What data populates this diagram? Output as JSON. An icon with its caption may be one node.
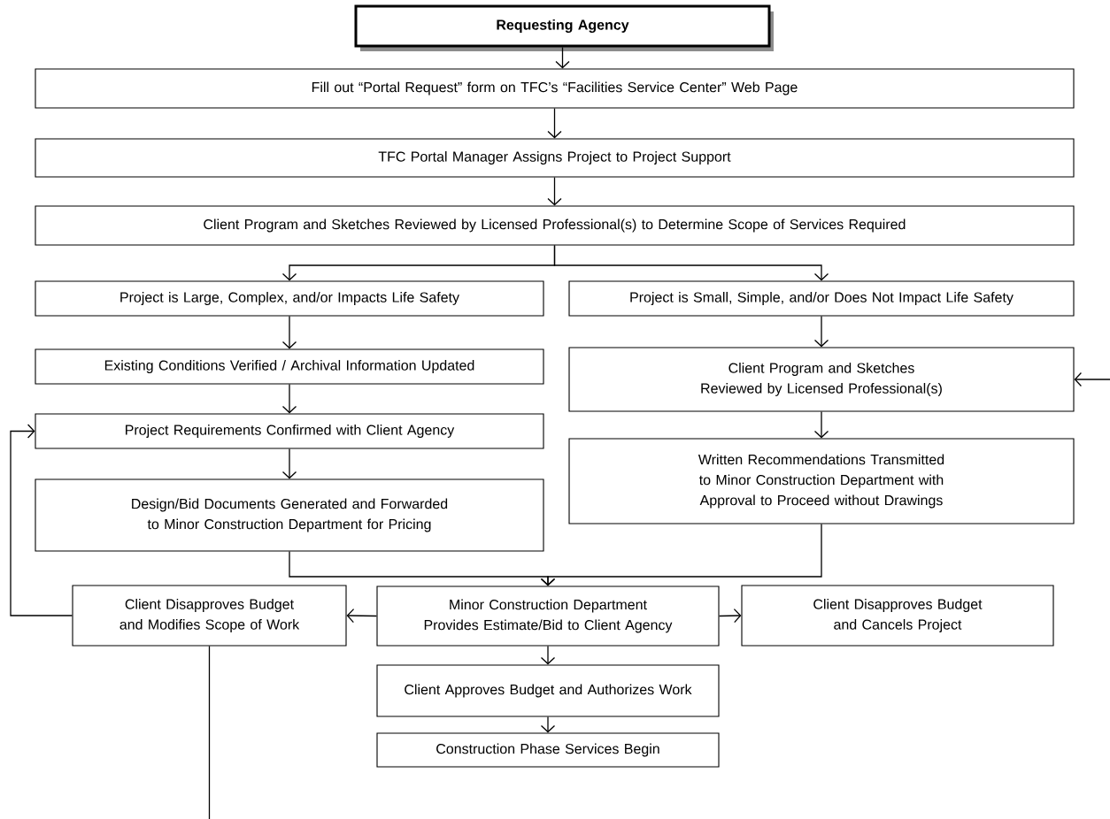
{
  "diagram": {
    "nodes": [
      {
        "text": [
          "Requesting Agency"
        ]
      },
      {
        "text": [
          "Fill out “Portal Request” form on TFC’s “Facilities Service Center” Web Page"
        ]
      },
      {
        "text": [
          "TFC Portal Manager Assigns Project to Project Support"
        ]
      },
      {
        "text": [
          "Client Program and Sketches Reviewed by Licensed Professional(s) to Determine Scope of Services Required"
        ]
      },
      {
        "text": [
          "Project is Large, Complex, and/or Impacts Life Safety"
        ]
      },
      {
        "text": [
          "Existing Conditions Verified / Archival Information Updated"
        ]
      },
      {
        "text": [
          "Project Requirements Confirmed with Client Agency"
        ]
      },
      {
        "text": [
          "Design/Bid Documents Generated and Forwarded to Minor Construction Department for Pricing"
        ]
      },
      {
        "text": [
          "Project is Small, Simple, and/or Does Not Impact Life Safety"
        ]
      },
      {
        "text": [
          "Client Program and Sketches Reviewed by Licensed Professional(s)"
        ]
      },
      {
        "text": [
          "Written Recommendations Transmitted to Minor Construction Department with Approval to Proceed without Drawings"
        ]
      },
      {
        "text": [
          "Client Disapproves Budget and Modifies Scope of Work"
        ]
      },
      {
        "text": [
          "Minor Construction Department Provides Estimate/Bid to Client Agency"
        ]
      },
      {
        "text": [
          "Client Disapproves Budget and Cancels Project"
        ]
      },
      {
        "text": [
          "Client Approves Budget and Authorizes Work"
        ]
      },
      {
        "text": [
          "Construction Phase Services Begin"
        ]
      }
    ],
    "edges": [
      {
        "from": 0,
        "to": 1,
        "arrow": "to"
      },
      {
        "from": 1,
        "to": 2,
        "arrow": "to"
      },
      {
        "from": 2,
        "to": 3,
        "arrow": "to"
      },
      {
        "from": 3,
        "to": 4,
        "arrow": "to"
      },
      {
        "from": 3,
        "to": 8,
        "arrow": "to"
      },
      {
        "from": 4,
        "to": 5,
        "arrow": "to"
      },
      {
        "from": 5,
        "to": 6,
        "arrow": "to"
      },
      {
        "from": 6,
        "to": 7,
        "arrow": "to"
      },
      {
        "from": 8,
        "to": 9,
        "arrow": "to"
      },
      {
        "from": 9,
        "to": 10,
        "arrow": "to"
      },
      {
        "from": 7,
        "to": 12,
        "arrow": "to"
      },
      {
        "from": 10,
        "to": 12,
        "arrow": "to"
      },
      {
        "from": 12,
        "to": 11,
        "arrow": "to"
      },
      {
        "from": 12,
        "to": 13,
        "arrow": "to"
      },
      {
        "from": 12,
        "to": 14,
        "arrow": "to"
      },
      {
        "from": 14,
        "to": 15,
        "arrow": "to"
      },
      {
        "from": 11,
        "to": 6,
        "arrow": "to"
      },
      {
        "from": null,
        "to": 9,
        "arrow": "to"
      },
      {
        "from": 11,
        "to": null,
        "arrow": "none"
      }
    ]
  }
}
